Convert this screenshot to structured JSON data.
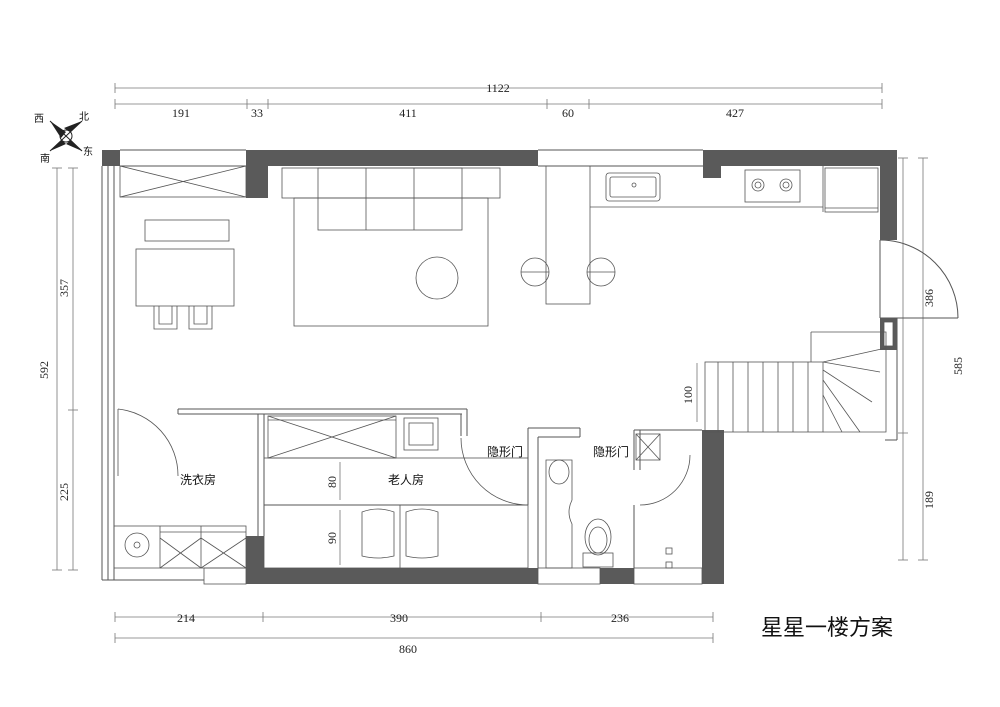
{
  "title": "星星一楼方案",
  "compass": {
    "west": "西",
    "north": "北",
    "south": "南",
    "east": "东"
  },
  "dimensions": {
    "top_total": "1122",
    "top_segments": [
      "191",
      "33",
      "411",
      "60",
      "427"
    ],
    "bottom_segments": [
      "214",
      "390",
      "236"
    ],
    "bottom_total": "860",
    "left_segments": [
      "357",
      "225"
    ],
    "left_total": "592",
    "right_segments": [
      "386",
      "189"
    ],
    "right_total": "585",
    "inner": {
      "stair_gap": "100",
      "bed_upper": "80",
      "bed_lower": "90"
    }
  },
  "rooms": {
    "laundry": "洗衣房",
    "elderly_room": "老人房",
    "hidden_door_1": "隐形门",
    "hidden_door_2": "隐形门"
  },
  "colors": {
    "wall": "#5a5a5a",
    "line": "#555555",
    "background": "#ffffff"
  }
}
